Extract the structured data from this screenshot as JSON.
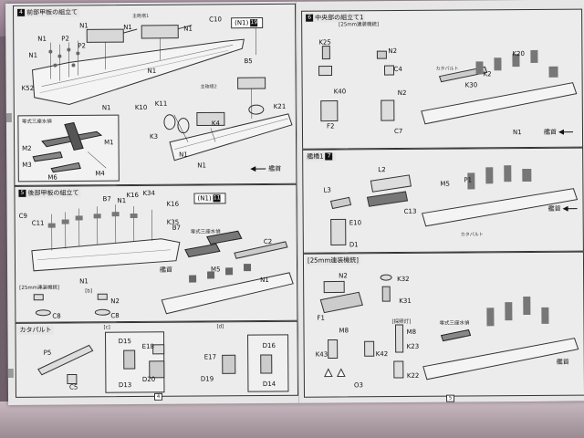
{
  "left": {
    "section4": {
      "title": "前部甲板の組立て",
      "num": "4"
    },
    "s4_labels": [
      "N1",
      "P2",
      "P2",
      "N1",
      "N1",
      "主砲塔1",
      "C10",
      "N1",
      "N1",
      "K52",
      "N1",
      "B5",
      "N1",
      "主砲塔2",
      "K10",
      "K11",
      "K3",
      "K4",
      "K21",
      "M1",
      "M2",
      "M3",
      "M6",
      "M4",
      "N1",
      "N1"
    ],
    "s4_subtitle": "零式三座水偵",
    "s4_tag": {
      "text": "(N1)",
      "num": "19"
    },
    "s4_bow": "艦首",
    "section5": {
      "title": "後部甲板の組立て",
      "num": "5"
    },
    "s5_labels": [
      "C9",
      "C11",
      "K16",
      "K34",
      "B7",
      "N1",
      "K16",
      "K35",
      "B7",
      "C2",
      "N1",
      "M5",
      "N1",
      "C8",
      "N2",
      "C8"
    ],
    "s5_subtitle": "零式三座水偵",
    "s5_tag": {
      "text": "(N1)",
      "num": "11"
    },
    "s5_stern": "艦首",
    "s5_sub_a": "[25mm連装機銃]",
    "s5_sub_b": "[b]",
    "section6": {
      "title": "カタパルト"
    },
    "s6_sub_c": "[c]",
    "s6_sub_d": "[d]",
    "s6_labels": [
      "P5",
      "C5",
      "D15",
      "E18",
      "D13",
      "D20",
      "E17",
      "D19",
      "D16",
      "D14"
    ],
    "page_no": "4"
  },
  "right": {
    "section6": {
      "title": "中央部の組立て1",
      "num": "6"
    },
    "s6_labels": [
      "K25",
      "N2",
      "C4",
      "K40",
      "F2",
      "N2",
      "C7",
      "カタパルト",
      "K2",
      "K20",
      "K30",
      "N1"
    ],
    "s6_sub": "[25mm連装機銃]",
    "s6_bow": "艦首",
    "section7": {
      "title": "艦橋1",
      "num": "7"
    },
    "s7_labels": [
      "L3",
      "L2",
      "C13",
      "E10",
      "D1",
      "M5",
      "P1",
      "カタパルト"
    ],
    "s7_bow": "艦首",
    "section8": {
      "title": "[25mm連装機銃]"
    },
    "s8_labels": [
      "N2",
      "K32",
      "K31",
      "F1",
      "M8",
      "K43",
      "K42",
      "O3",
      "K23",
      "M8",
      "K22",
      "零式三座水偵",
      "艦首"
    ],
    "s8_sub": "[探照灯]",
    "page_no": "5"
  }
}
